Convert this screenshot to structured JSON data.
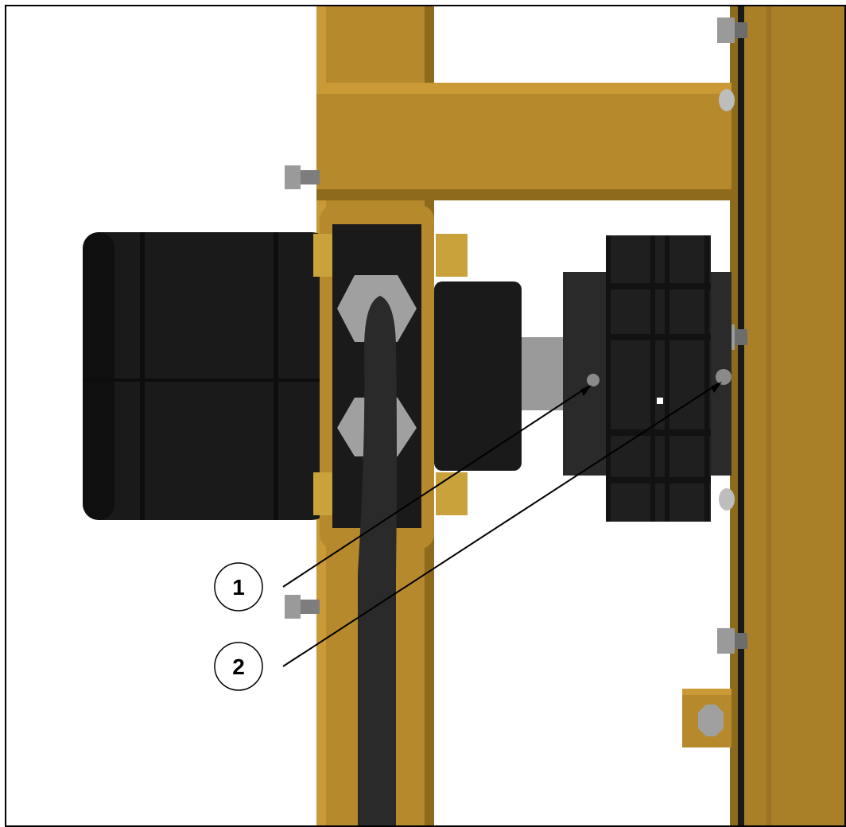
{
  "colors": {
    "frame_yellow": "#b5892c",
    "frame_yellow_dark": "#8e6a1c",
    "frame_yellow_light": "#c99a35",
    "motor_black": "#1a1a1a",
    "motor_dark": "#0f0f0f",
    "bolt_gray": "#9a9a9a",
    "nut_gold": "#c9a23c",
    "border": "#000000"
  },
  "callouts": [
    {
      "label": "1",
      "target": "set-screw-on-hub"
    },
    {
      "label": "2",
      "target": "set-screw-on-sprocket"
    }
  ]
}
